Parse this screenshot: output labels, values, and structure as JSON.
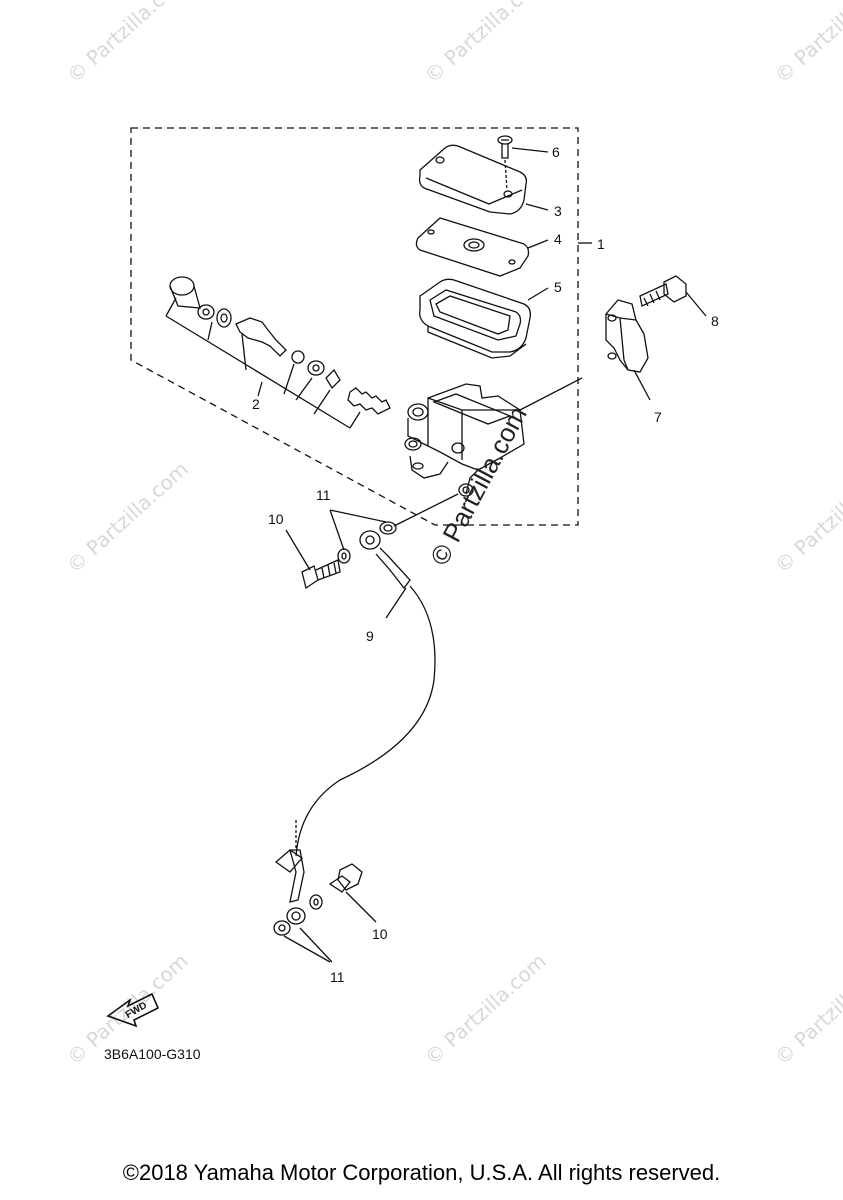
{
  "watermark": "© Partzilla.com",
  "watermark_main": "© Partzilla.com",
  "callouts": {
    "n1": "1",
    "n2": "2",
    "n3": "3",
    "n4": "4",
    "n5": "5",
    "n6": "6",
    "n7": "7",
    "n8": "8",
    "n9": "9",
    "n10a": "10",
    "n10b": "10",
    "n11a": "11",
    "n11b": "11"
  },
  "fwd_label": "FWD",
  "diagram_code": "3B6A100-G310",
  "copyright": "©2018 Yamaha Motor Corporation, U.S.A. All rights reserved."
}
